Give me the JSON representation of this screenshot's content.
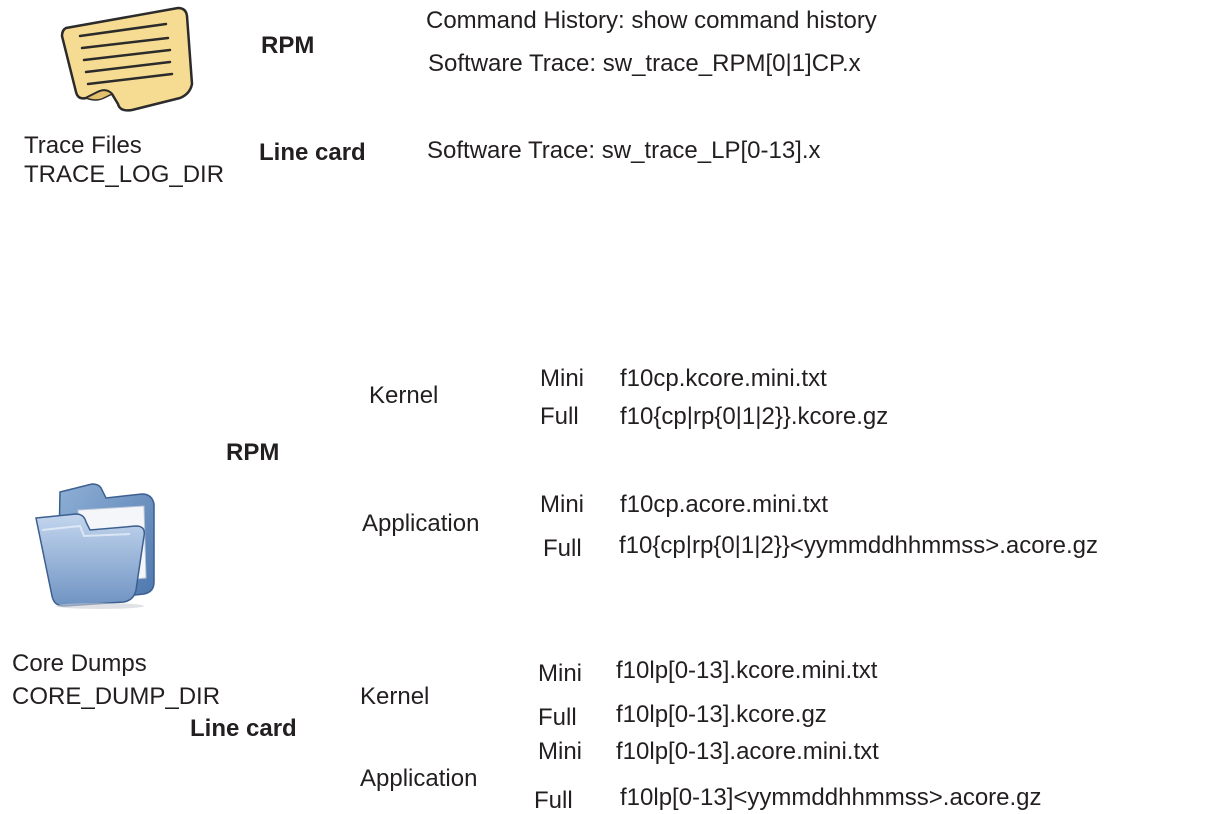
{
  "trace_section": {
    "icon": "notepad-icon",
    "title": "Trace Files",
    "dir": "TRACE_LOG_DIR",
    "rpm": {
      "label": "RPM",
      "command_history": "Command History: show command history",
      "software_trace": "Software Trace: sw_trace_RPM[0|1]CP.x"
    },
    "line_card": {
      "label": "Line card",
      "software_trace": "Software Trace: sw_trace_LP[0-13].x"
    }
  },
  "core_section": {
    "icon": "folder-icon",
    "title": "Core Dumps",
    "dir": "CORE_DUMP_DIR",
    "rpm": {
      "label": "RPM",
      "kernel": {
        "label": "Kernel",
        "mini_label": "Mini",
        "mini_file": "f10cp.kcore.mini.txt",
        "full_label": "Full",
        "full_file": "f10{cp|rp{0|1|2}}.kcore.gz"
      },
      "application": {
        "label": "Application",
        "mini_label": "Mini",
        "mini_file": "f10cp.acore.mini.txt",
        "full_label": "Full",
        "full_file": "f10{cp|rp{0|1|2}}<yymmddhhmmss>.acore.gz"
      }
    },
    "line_card": {
      "label": "Line card",
      "kernel": {
        "label": "Kernel",
        "mini_label": "Mini",
        "mini_file": "f10lp[0-13].kcore.mini.txt",
        "full_label": "Full",
        "full_file": "f10lp[0-13].kcore.gz"
      },
      "application": {
        "label": "Application",
        "mini_label": "Mini",
        "mini_file": "f10lp[0-13].acore.mini.txt",
        "full_label": "Full",
        "full_file": "f10lp[0-13]<yymmddhhmmss>.acore.gz"
      }
    }
  }
}
